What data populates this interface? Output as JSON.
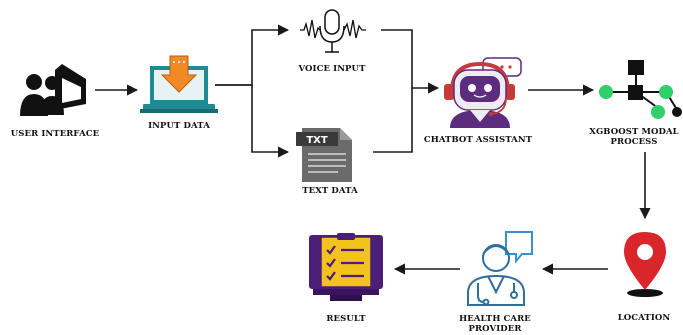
{
  "nodes": {
    "user_interface": {
      "label": "USER INTERFACE"
    },
    "input_data": {
      "label": "INPUT DATA"
    },
    "voice_input": {
      "label": "VOICE INPUT"
    },
    "text_data": {
      "label": "TEXT DATA",
      "icon_text": "TXT"
    },
    "chatbot_assistant": {
      "label": "CHATBOT ASSISTANT"
    },
    "xgboost": {
      "label_line1": "XGBOOST MODAL",
      "label_line2": "PROCESS"
    },
    "location": {
      "label": "LOCATION"
    },
    "health_care_provider": {
      "label_line1": "HEALTH CARE",
      "label_line2": "PROVIDER"
    },
    "result": {
      "label": "RESULT"
    }
  },
  "icons": [
    "user-interface-icon",
    "laptop-download-icon",
    "microphone-icon",
    "txt-file-icon",
    "chatbot-robot-icon",
    "network-nodes-icon",
    "location-pin-icon",
    "doctor-chat-icon",
    "checklist-monitor-icon"
  ],
  "colors": {
    "arrow": "#1a1a1a",
    "orange": "#f08a24",
    "teal": "#1f8a93",
    "robot_purple": "#5c2d7f",
    "robot_red": "#c73a3a",
    "green_node": "#2fd06a",
    "pin_red": "#d9262b",
    "result_purple": "#4b1e78",
    "result_yellow": "#f2c21d",
    "doctor_blue": "#2f6f9f"
  }
}
